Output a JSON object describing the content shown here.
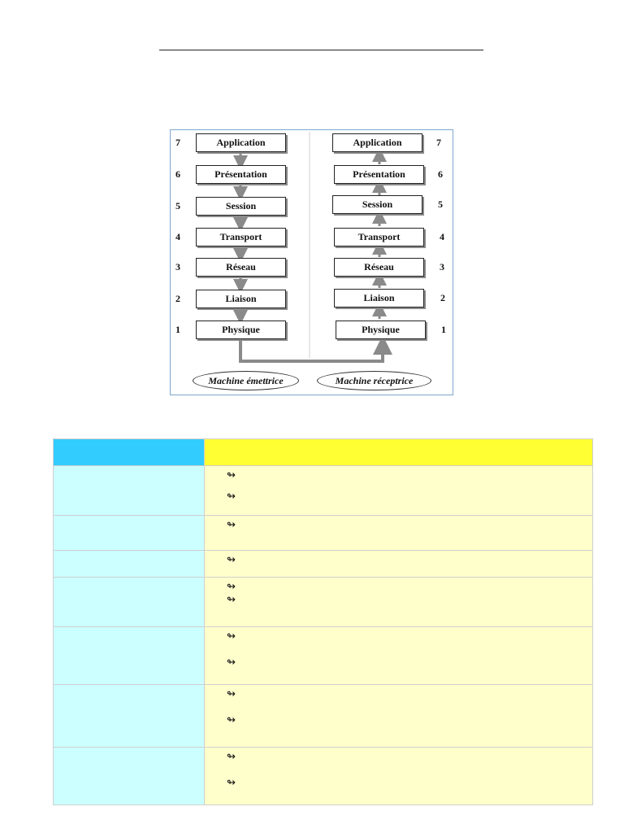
{
  "diagram": {
    "sender": {
      "label": "Machine émettrice",
      "layers": [
        {
          "number": "7",
          "name": "Application"
        },
        {
          "number": "6",
          "name": "Présentation"
        },
        {
          "number": "5",
          "name": "Session"
        },
        {
          "number": "4",
          "name": "Transport"
        },
        {
          "number": "3",
          "name": "Réseau"
        },
        {
          "number": "2",
          "name": "Liaison"
        },
        {
          "number": "1",
          "name": "Physique"
        }
      ]
    },
    "receiver": {
      "label": "Machine réceptrice",
      "layers": [
        {
          "number": "7",
          "name": "Application"
        },
        {
          "number": "6",
          "name": "Présentation"
        },
        {
          "number": "5",
          "name": "Session"
        },
        {
          "number": "4",
          "name": "Transport"
        },
        {
          "number": "3",
          "name": "Réseau"
        },
        {
          "number": "2",
          "name": "Liaison"
        },
        {
          "number": "1",
          "name": "Physique"
        }
      ]
    },
    "colors": {
      "border": "#7fa6cf",
      "arrow": "#8a8a8a"
    }
  },
  "table": {
    "colors": {
      "header_layer": "#33ccff",
      "header_desc": "#ffff33",
      "cell_layer": "#ccffff",
      "cell_desc": "#ffffcc"
    },
    "bullet_icon": "hook-arrow-icon",
    "rows": [
      {
        "bullets": 2
      },
      {
        "bullets": 1
      },
      {
        "bullets": 1
      },
      {
        "bullets": 2
      },
      {
        "bullets": 2
      },
      {
        "bullets": 2
      },
      {
        "bullets": 2
      }
    ]
  }
}
